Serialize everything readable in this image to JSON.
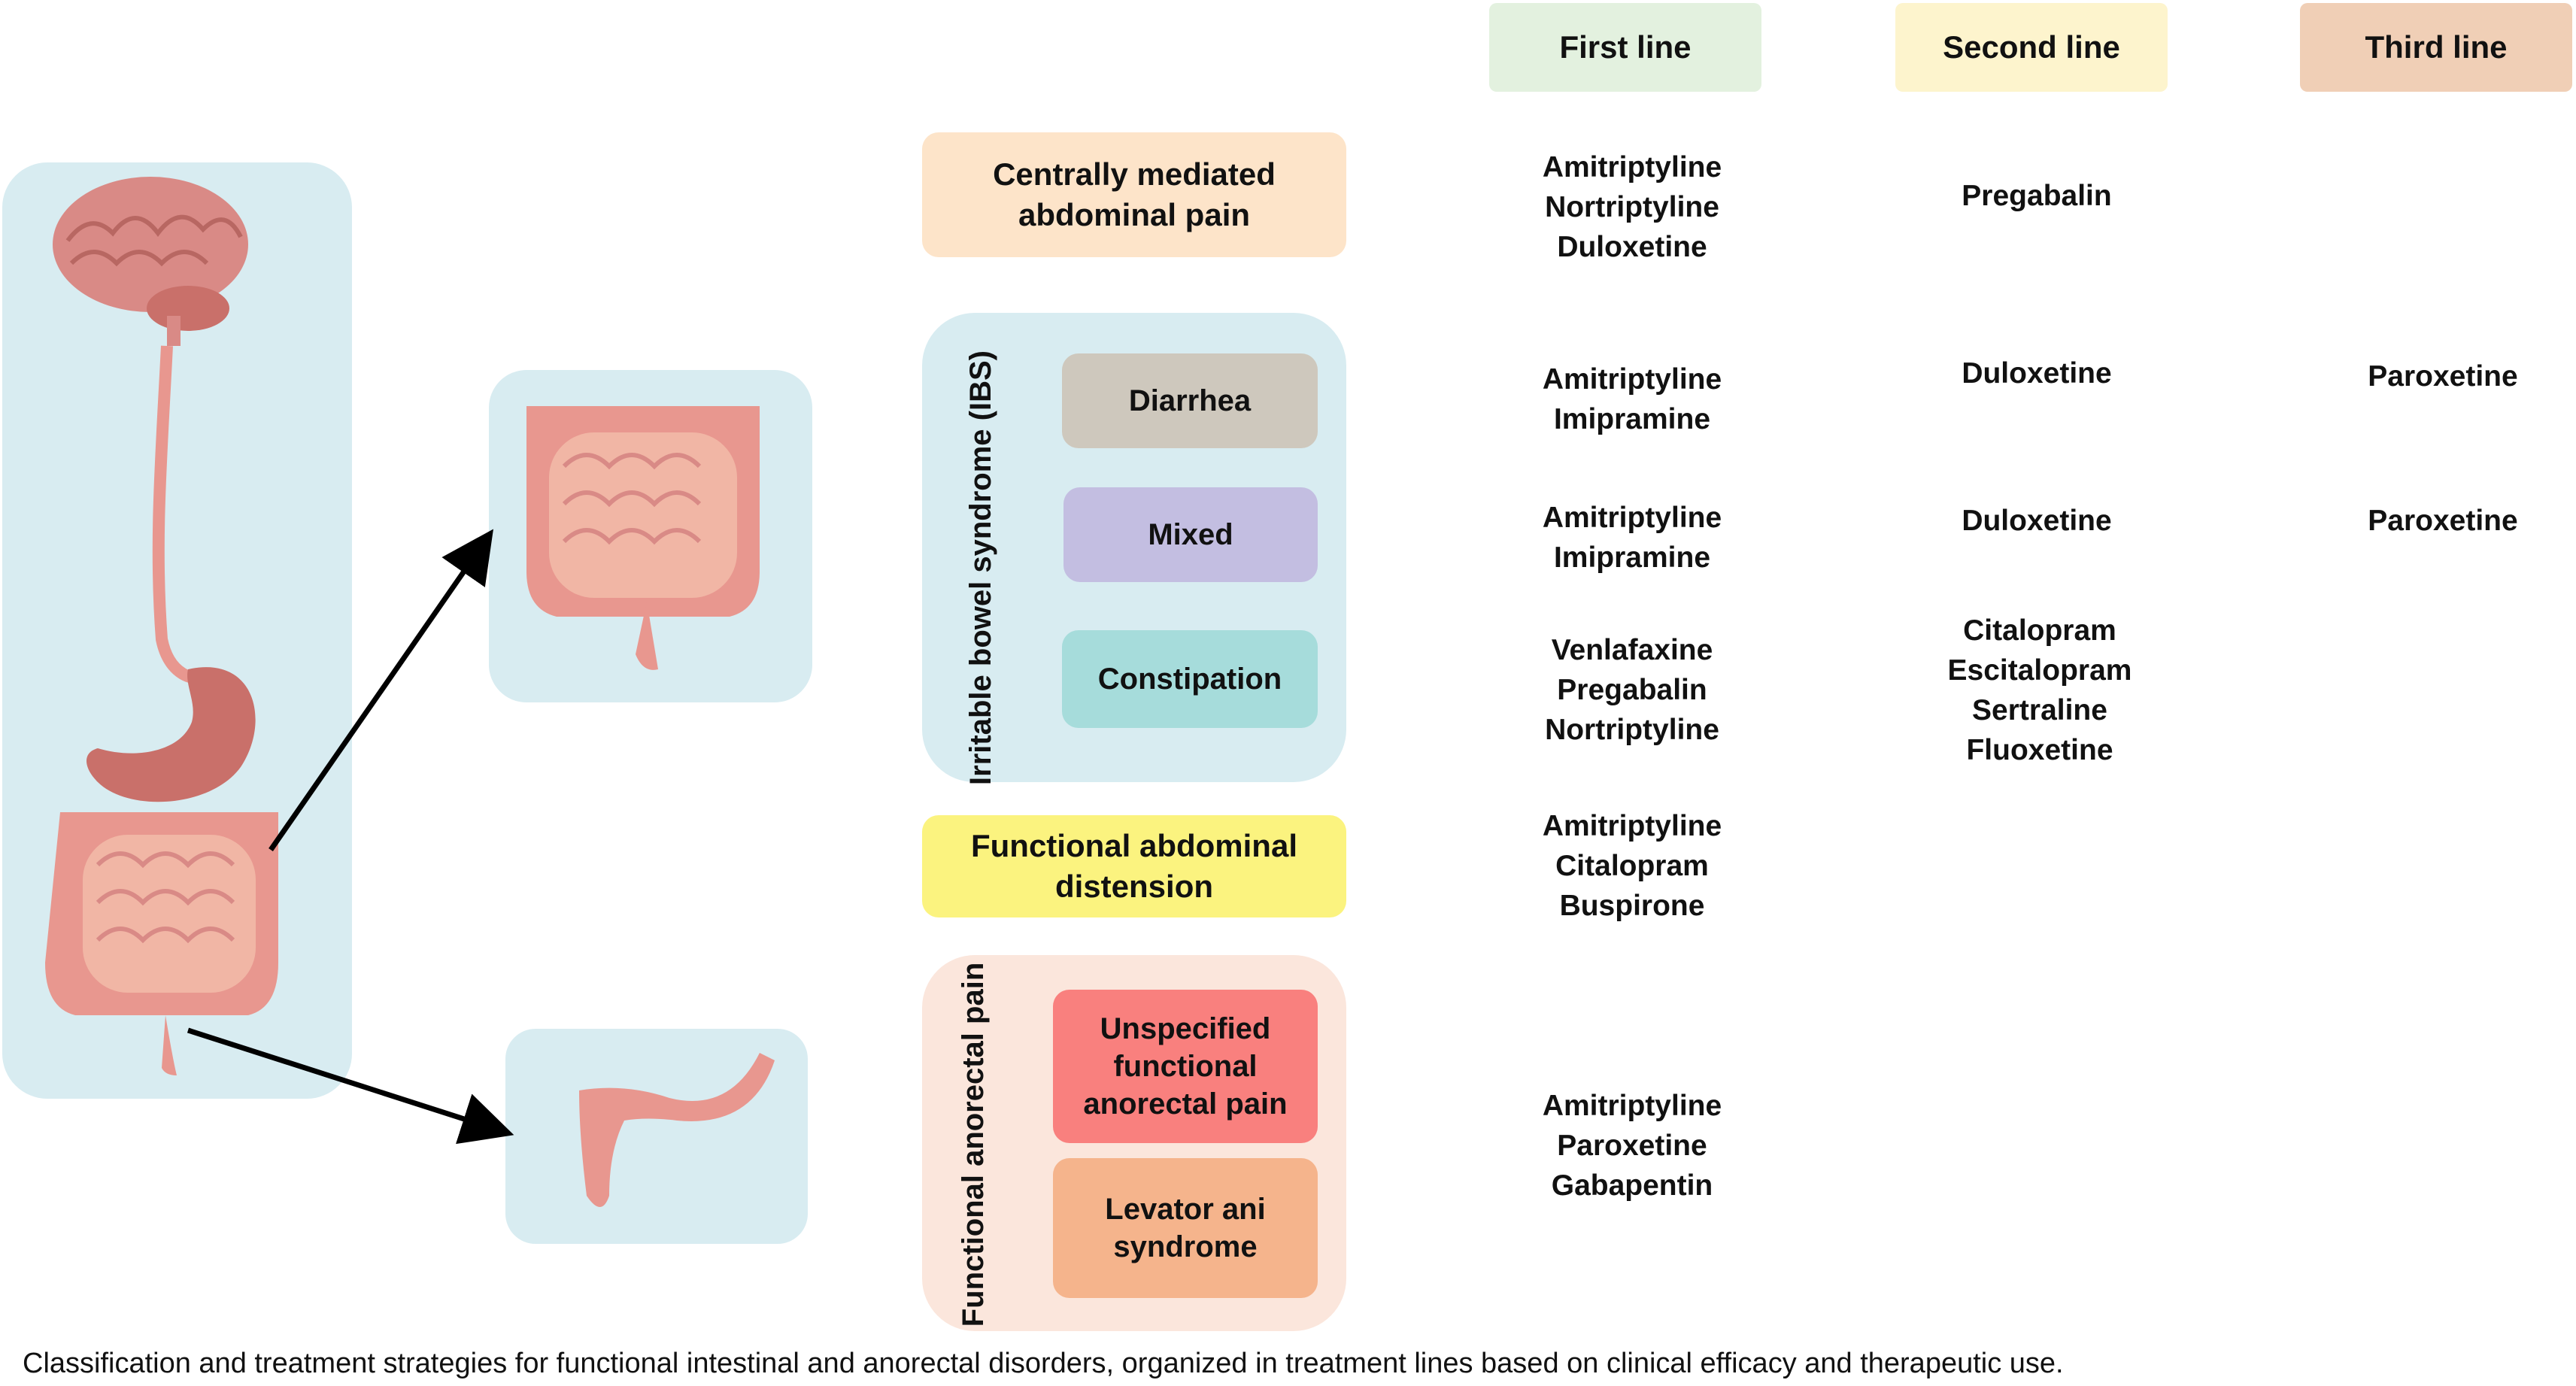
{
  "headers": {
    "first": "First line",
    "second": "Second line",
    "third": "Third line"
  },
  "categories": {
    "central": "Centrally mediated abdominal pain",
    "ibs_group": "Irritable bowel syndrome (IBS)",
    "diarrhea": "Diarrhea",
    "mixed": "Mixed",
    "constipation": "Constipation",
    "distension": "Functional abdominal distension",
    "anorectal_group": "Functional anorectal pain",
    "unspecified": "Unspecified functional anorectal pain",
    "levator": "Levator ani syndrome"
  },
  "treatments": {
    "central": {
      "first": [
        "Amitriptyline",
        "Nortriptyline",
        "Duloxetine"
      ],
      "second": [
        "Pregabalin"
      ],
      "third": []
    },
    "diarrhea": {
      "first": [
        "Amitriptyline",
        "Imipramine"
      ],
      "second": [
        "Duloxetine"
      ],
      "third": [
        "Paroxetine"
      ]
    },
    "mixed": {
      "first": [
        "Amitriptyline",
        "Imipramine"
      ],
      "second": [
        "Duloxetine"
      ],
      "third": [
        "Paroxetine"
      ]
    },
    "constipation": {
      "first": [
        "Venlafaxine",
        "Pregabalin",
        "Nortriptyline"
      ],
      "second": [
        "Citalopram",
        "Escitalopram",
        "Sertraline",
        "Fluoxetine"
      ],
      "third": []
    },
    "distension": {
      "first": [
        "Amitriptyline",
        "Citalopram",
        "Buspirone"
      ],
      "second": [],
      "third": []
    },
    "anorectal": {
      "first": [
        "Amitriptyline",
        "Paroxetine",
        "Gabapentin"
      ],
      "second": [],
      "third": []
    }
  },
  "caption": "Classification and treatment strategies for functional intestinal and anorectal disorders, organized in treatment lines based on clinical efficacy and therapeutic use.",
  "colors": {
    "first_line": "#e3f1df",
    "second_line": "#fdf4cd",
    "third_line": "#f0cfb6",
    "panel": "#d8ecf1",
    "organ": "#e8978f",
    "organ_dark": "#c9706a"
  }
}
